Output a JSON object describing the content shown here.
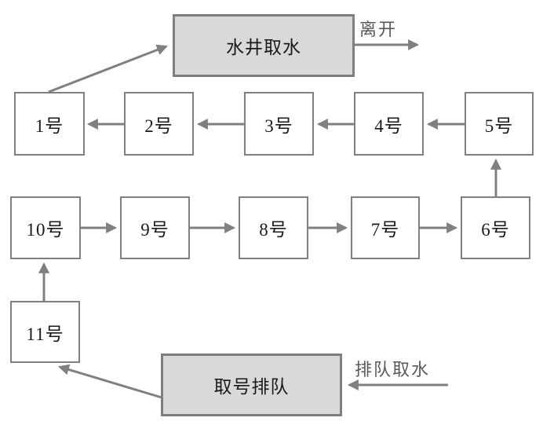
{
  "diagram": {
    "title_hint": "queue-for-well-water flow diagram",
    "colors": {
      "box_fill_gray": "#d9d9d9",
      "box_border": "#808080",
      "arrow": "#808080",
      "node_text": "#1a1a1a",
      "annotation_text": "#595959",
      "background": "#ffffff"
    },
    "nodes": {
      "well": "水井取水",
      "queue": "取号排队",
      "s1": "1号",
      "s2": "2号",
      "s3": "3号",
      "s4": "4号",
      "s5": "5号",
      "s6": "6号",
      "s7": "7号",
      "s8": "8号",
      "s9": "9号",
      "s10": "10号",
      "s11": "11号"
    },
    "annotations": {
      "leave": "离开",
      "enter": "排队取水"
    },
    "flow": {
      "row1_order": [
        "5号",
        "4号",
        "3号",
        "2号",
        "1号"
      ],
      "row2_order": [
        "10号",
        "9号",
        "8号",
        "7号",
        "6号"
      ],
      "entry": "排队取水 → 取号排队 → 11号 → 10号 → … → 6号 → 5号 → … → 1号 → 水井取水 → 离开"
    }
  }
}
